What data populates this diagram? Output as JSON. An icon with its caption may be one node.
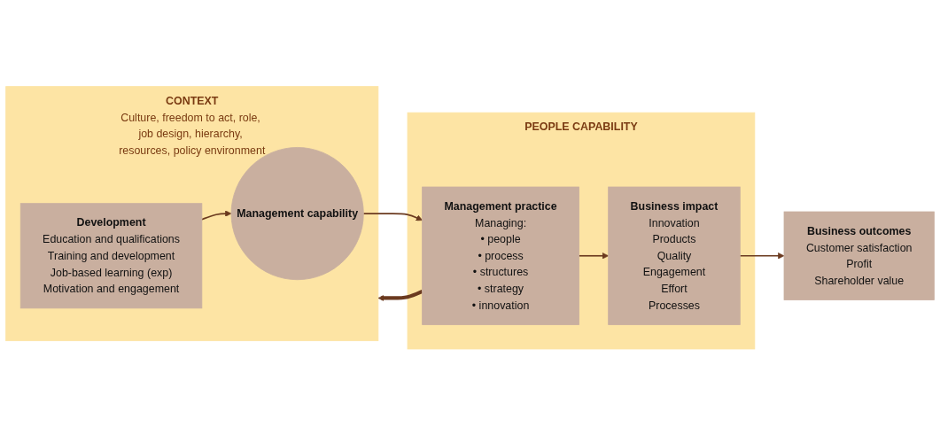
{
  "diagram": {
    "nodes": [
      {
        "text": [
          "CONTEXT",
          "Culture, freedom to act, role, job design, hierarchy, resources, policy environment"
        ]
      },
      {
        "text": [
          "Development",
          "Education and qualifications",
          "Training and development",
          "Job-based learning (exp)",
          "Motivation and engagement"
        ],
        "in": 0
      },
      {
        "text": [
          "Management capability"
        ],
        "in": 0
      },
      {
        "text": [
          "PEOPLE CAPABILITY"
        ]
      },
      {
        "text": [
          "Management practice",
          "Managing:",
          "• people",
          "• process",
          "• structures",
          "• strategy",
          "• innovation"
        ],
        "in": 3
      },
      {
        "text": [
          "Business impact",
          "Innovation",
          "Products",
          "Quality",
          "Engagement",
          "Effort",
          "Processes"
        ],
        "in": 3
      },
      {
        "text": [
          "Business outcomes",
          "Customer satisfaction",
          "Profit",
          "Shareholder value"
        ]
      }
    ],
    "edges": [
      {
        "from": 1,
        "to": 2,
        "arrow": "to"
      },
      {
        "from": 2,
        "to": 4,
        "arrow": "to"
      },
      {
        "from": 4,
        "to": 5,
        "arrow": "to"
      },
      {
        "from": 5,
        "to": 6,
        "arrow": "to"
      },
      {
        "from": 4,
        "to": 0,
        "arrow": "to",
        "style": "thick"
      }
    ]
  }
}
